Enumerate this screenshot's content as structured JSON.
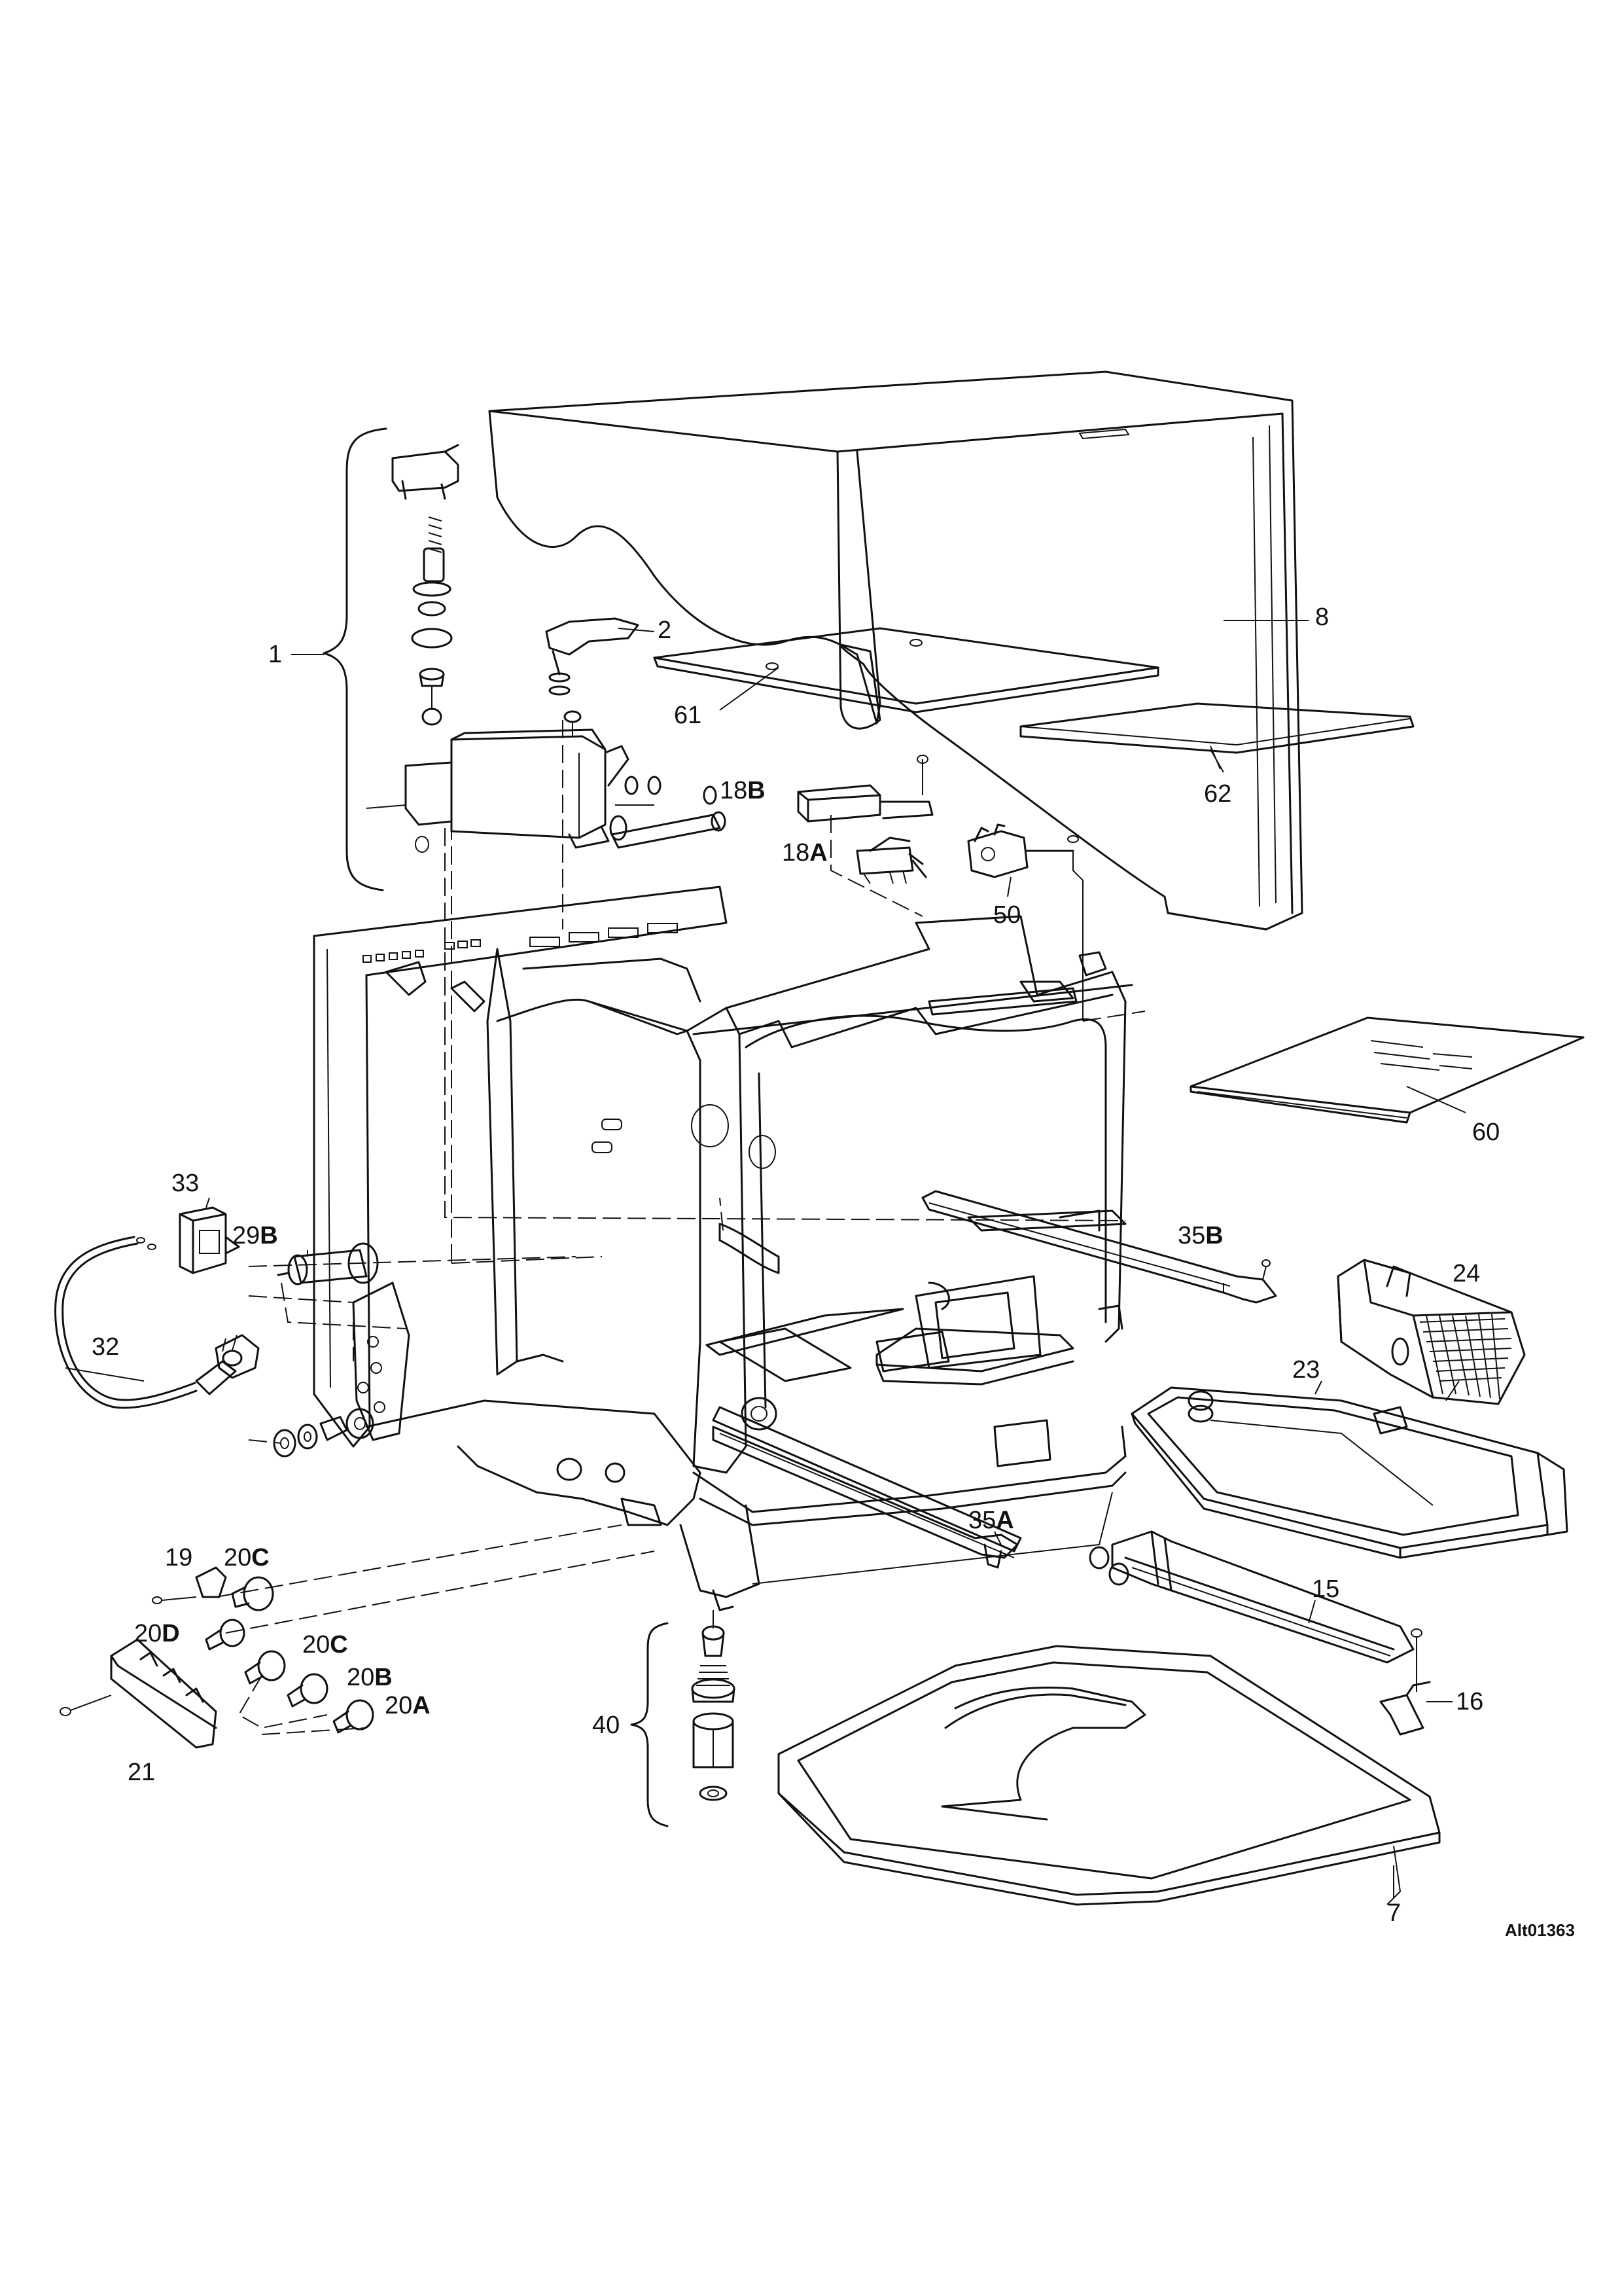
{
  "diagram": {
    "reference_code": "Alt01363",
    "callouts": [
      {
        "id": "1",
        "text": "1"
      },
      {
        "id": "2",
        "text": "2"
      },
      {
        "id": "7",
        "text": "7"
      },
      {
        "id": "8",
        "text": "8"
      },
      {
        "id": "15",
        "text": "15"
      },
      {
        "id": "16",
        "text": "16"
      },
      {
        "id": "18A",
        "num": "18",
        "suffix": "A"
      },
      {
        "id": "18B",
        "num": "18",
        "suffix": "B"
      },
      {
        "id": "19",
        "text": "19"
      },
      {
        "id": "20A",
        "num": "20",
        "suffix": "A"
      },
      {
        "id": "20B",
        "num": "20",
        "suffix": "B"
      },
      {
        "id": "20C_top",
        "num": "20",
        "suffix": "C"
      },
      {
        "id": "20C_mid",
        "num": "20",
        "suffix": "C"
      },
      {
        "id": "20D",
        "num": "20",
        "suffix": "D"
      },
      {
        "id": "21",
        "text": "21"
      },
      {
        "id": "23",
        "text": "23"
      },
      {
        "id": "24",
        "text": "24"
      },
      {
        "id": "29B",
        "num": "29",
        "suffix": "B"
      },
      {
        "id": "32",
        "text": "32"
      },
      {
        "id": "33",
        "text": "33"
      },
      {
        "id": "35A",
        "num": "35",
        "suffix": "A"
      },
      {
        "id": "35B",
        "num": "35",
        "suffix": "B"
      },
      {
        "id": "40",
        "text": "40"
      },
      {
        "id": "50",
        "text": "50"
      },
      {
        "id": "60",
        "text": "60"
      },
      {
        "id": "61",
        "text": "61"
      },
      {
        "id": "62",
        "text": "62"
      }
    ]
  }
}
